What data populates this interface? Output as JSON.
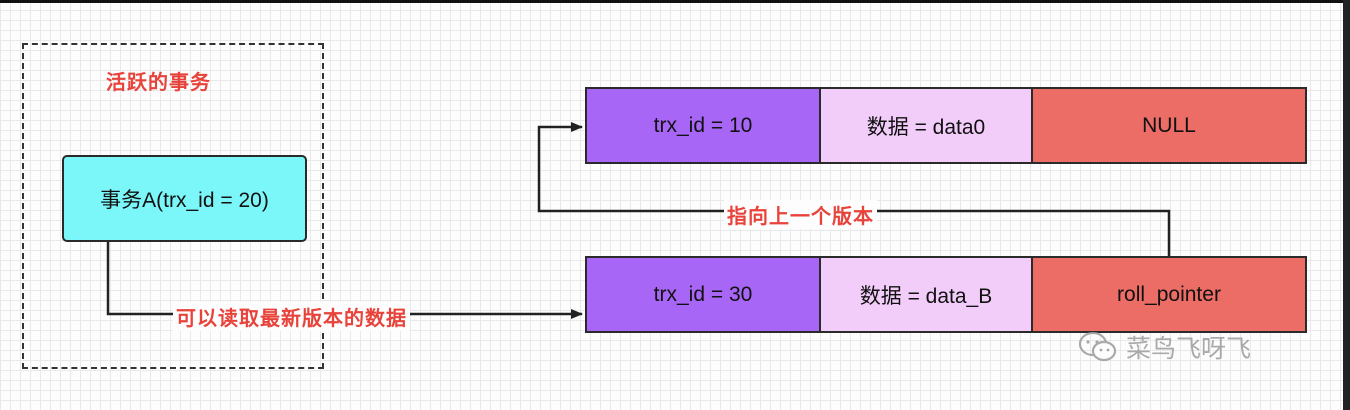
{
  "group": {
    "title": "活跃的事务"
  },
  "transaction": {
    "label": "事务A(trx_id = 20)"
  },
  "versions": [
    {
      "trx": "trx_id = 10",
      "data": "数据 = data0",
      "pointer": "NULL"
    },
    {
      "trx": "trx_id = 30",
      "data": "数据 = data_B",
      "pointer": "roll_pointer"
    }
  ],
  "edges": {
    "prev_version": "指向上一个版本",
    "read_latest": "可以读取最新版本的数据"
  },
  "watermark": {
    "text": "菜鸟飞呀飞",
    "icon": "wechat-icon"
  },
  "colors": {
    "label_red": "#e8433b",
    "txn_fill": "#7cf7f9",
    "trx_fill": "#a766f6",
    "data_fill": "#f3cdfa",
    "pointer_fill": "#ec6c66"
  }
}
